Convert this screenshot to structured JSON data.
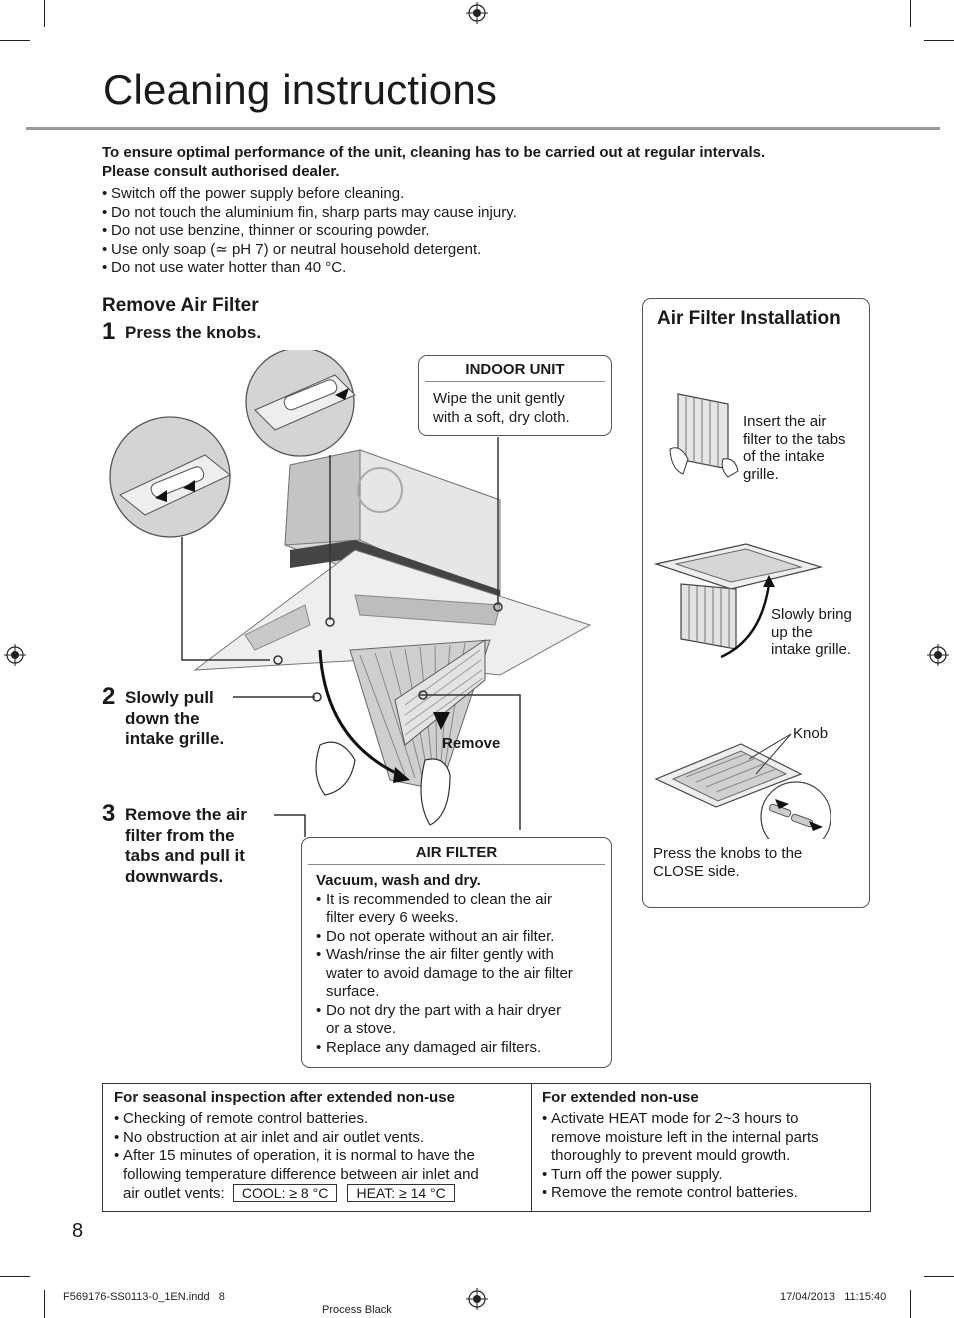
{
  "page": {
    "title": "Cleaning instructions",
    "number": "8"
  },
  "intro": {
    "line1": "To ensure optimal performance of the unit, cleaning has to be carried out at regular intervals.",
    "line2": "Please consult authorised dealer."
  },
  "warnings": [
    "Switch off the power supply before cleaning.",
    "Do not touch the aluminium fin, sharp parts may cause injury.",
    "Do not use benzine, thinner or scouring powder.",
    "Use only soap (≃ pH 7) or neutral household detergent.",
    "Do not use water hotter than 40 °C."
  ],
  "remove_filter": {
    "heading": "Remove Air Filter",
    "steps": [
      {
        "num": "1",
        "text": "Press the knobs."
      },
      {
        "num": "2",
        "text_lines": [
          "Slowly pull",
          "down the",
          "intake grille."
        ]
      },
      {
        "num": "3",
        "text_lines": [
          "Remove the air",
          "filter from the",
          "tabs and pull it",
          "downwards."
        ]
      }
    ],
    "remove_label": "Remove"
  },
  "indoor_unit": {
    "title": "INDOOR UNIT",
    "body_lines": [
      "Wipe the unit gently",
      "with a soft, dry cloth."
    ]
  },
  "air_filter": {
    "title": "AIR FILTER",
    "subtitle": "Vacuum, wash and dry.",
    "items": [
      [
        "It is recommended to clean the air",
        "filter every 6 weeks."
      ],
      [
        "Do not operate without an air filter."
      ],
      [
        "Wash/rinse the air filter gently with",
        "water to avoid damage to the air filter",
        "surface."
      ],
      [
        "Do not dry the part with a hair dryer",
        "or a stove."
      ],
      [
        "Replace any damaged air filters."
      ]
    ]
  },
  "installation": {
    "title": "Air Filter Installation",
    "step1_lines": [
      "Insert the air",
      "filter to the tabs",
      "of the intake",
      "grille."
    ],
    "step2_lines": [
      "Slowly bring",
      "up the",
      "intake grille."
    ],
    "knob_label": "Knob",
    "step3_lines": [
      "Press the knobs to the",
      "CLOSE side."
    ]
  },
  "seasonal": {
    "title": "For seasonal inspection after extended non-use",
    "items": [
      [
        "Checking of remote control batteries."
      ],
      [
        "No obstruction at air inlet and air outlet vents."
      ],
      [
        "After 15 minutes of operation, it is normal to have the",
        "following temperature difference between air inlet and",
        "air outlet vents:"
      ]
    ],
    "cool": "COOL: ≥ 8 °C",
    "heat": "HEAT: ≥ 14 °C"
  },
  "extended": {
    "title": "For extended non-use",
    "items": [
      [
        "Activate HEAT mode for 2~3 hours to",
        "remove moisture left in the internal parts",
        "thoroughly to prevent mould growth."
      ],
      [
        "Turn off the power supply."
      ],
      [
        "Remove the remote control batteries."
      ]
    ]
  },
  "footer": {
    "file": "F569176-SS0113-0_1EN.indd   8",
    "color": "Process Black",
    "date": "17/04/2013   11:15:40"
  }
}
